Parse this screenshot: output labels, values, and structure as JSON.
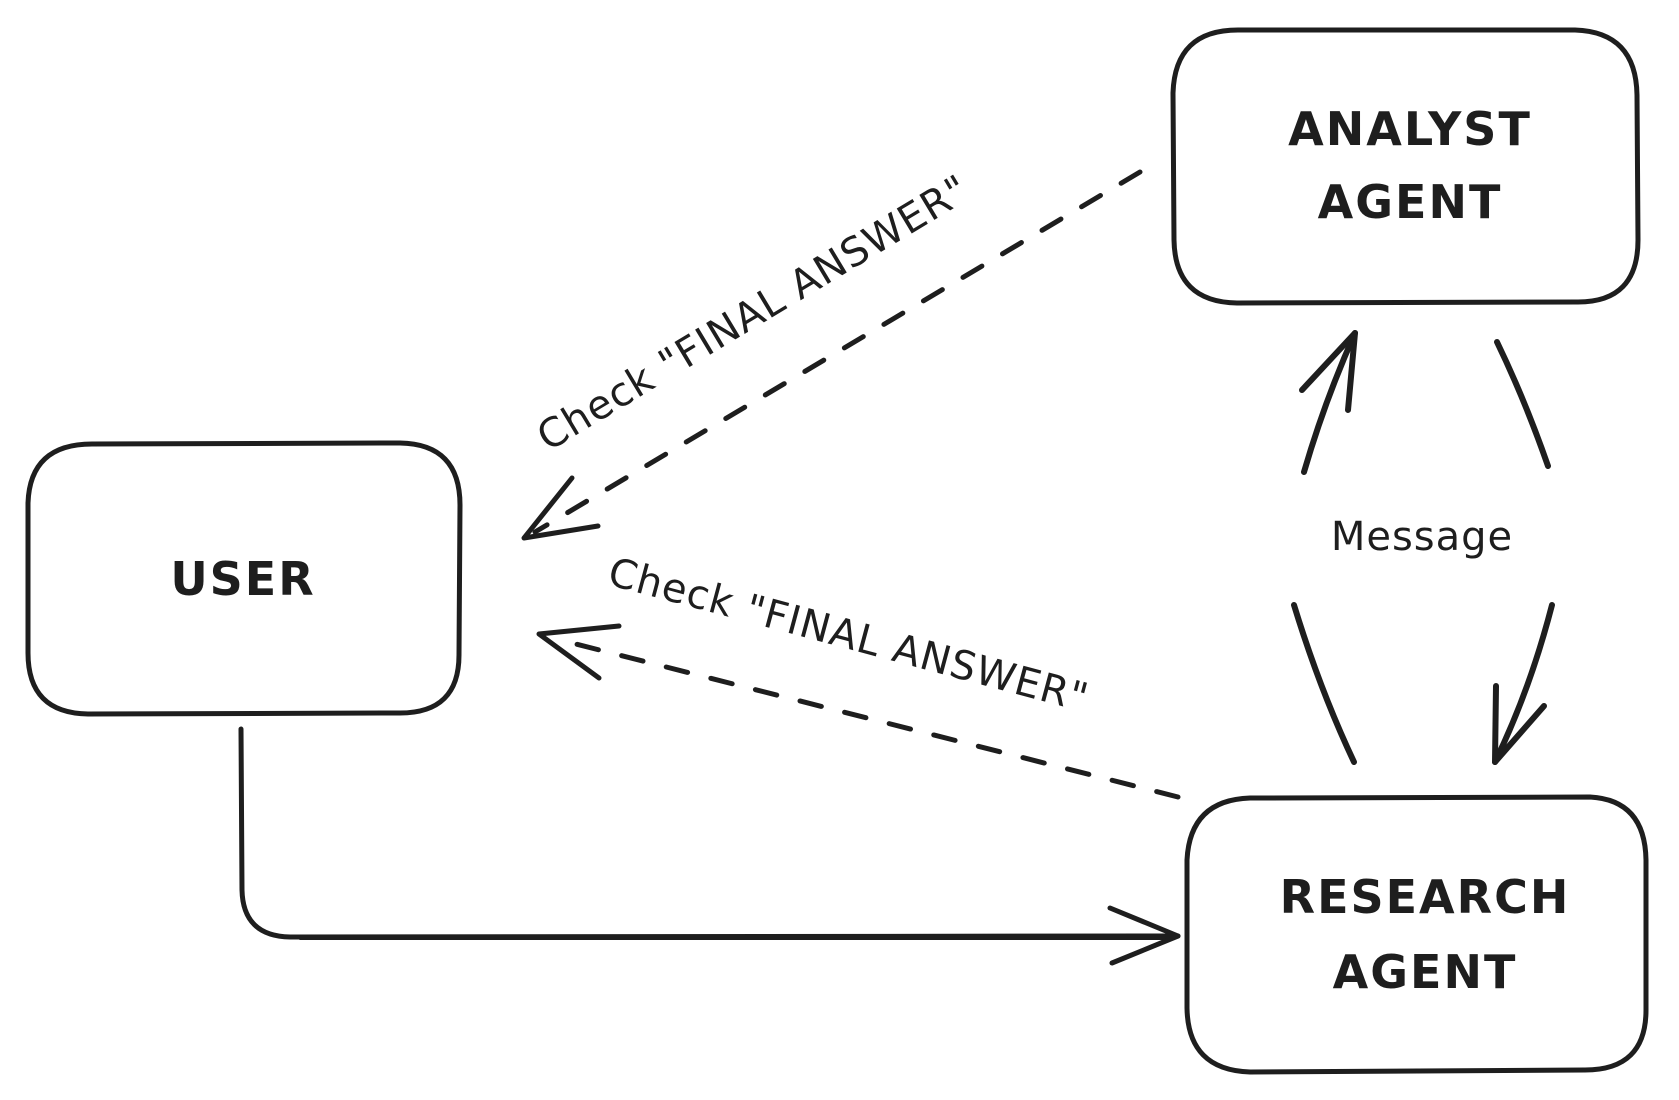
{
  "diagram": {
    "type": "flow",
    "colors": {
      "stroke": "#1e1e1e",
      "user_fill": "#ffec99",
      "analyst_fill": "#b2f2bb",
      "research_fill": "#a5d8ff",
      "background": "#ffffff"
    },
    "nodes": [
      {
        "id": "user",
        "lines": [
          "USER"
        ]
      },
      {
        "id": "analyst",
        "lines": [
          "ANALYST",
          "AGENT"
        ]
      },
      {
        "id": "research",
        "lines": [
          "RESEARCH",
          "AGENT"
        ]
      }
    ],
    "edges": [
      {
        "from": "analyst",
        "to": "user",
        "style": "dashed",
        "label": "Check \"FINAL ANSWER\""
      },
      {
        "from": "research",
        "to": "user",
        "style": "dashed",
        "label": "Check \"FINAL ANSWER\""
      },
      {
        "from": "user",
        "to": "research",
        "style": "solid",
        "label": ""
      },
      {
        "from": "research",
        "to": "analyst",
        "style": "solid",
        "label": "Message"
      },
      {
        "from": "analyst",
        "to": "research",
        "style": "solid",
        "label": "Message"
      }
    ],
    "message_label": "Message"
  }
}
